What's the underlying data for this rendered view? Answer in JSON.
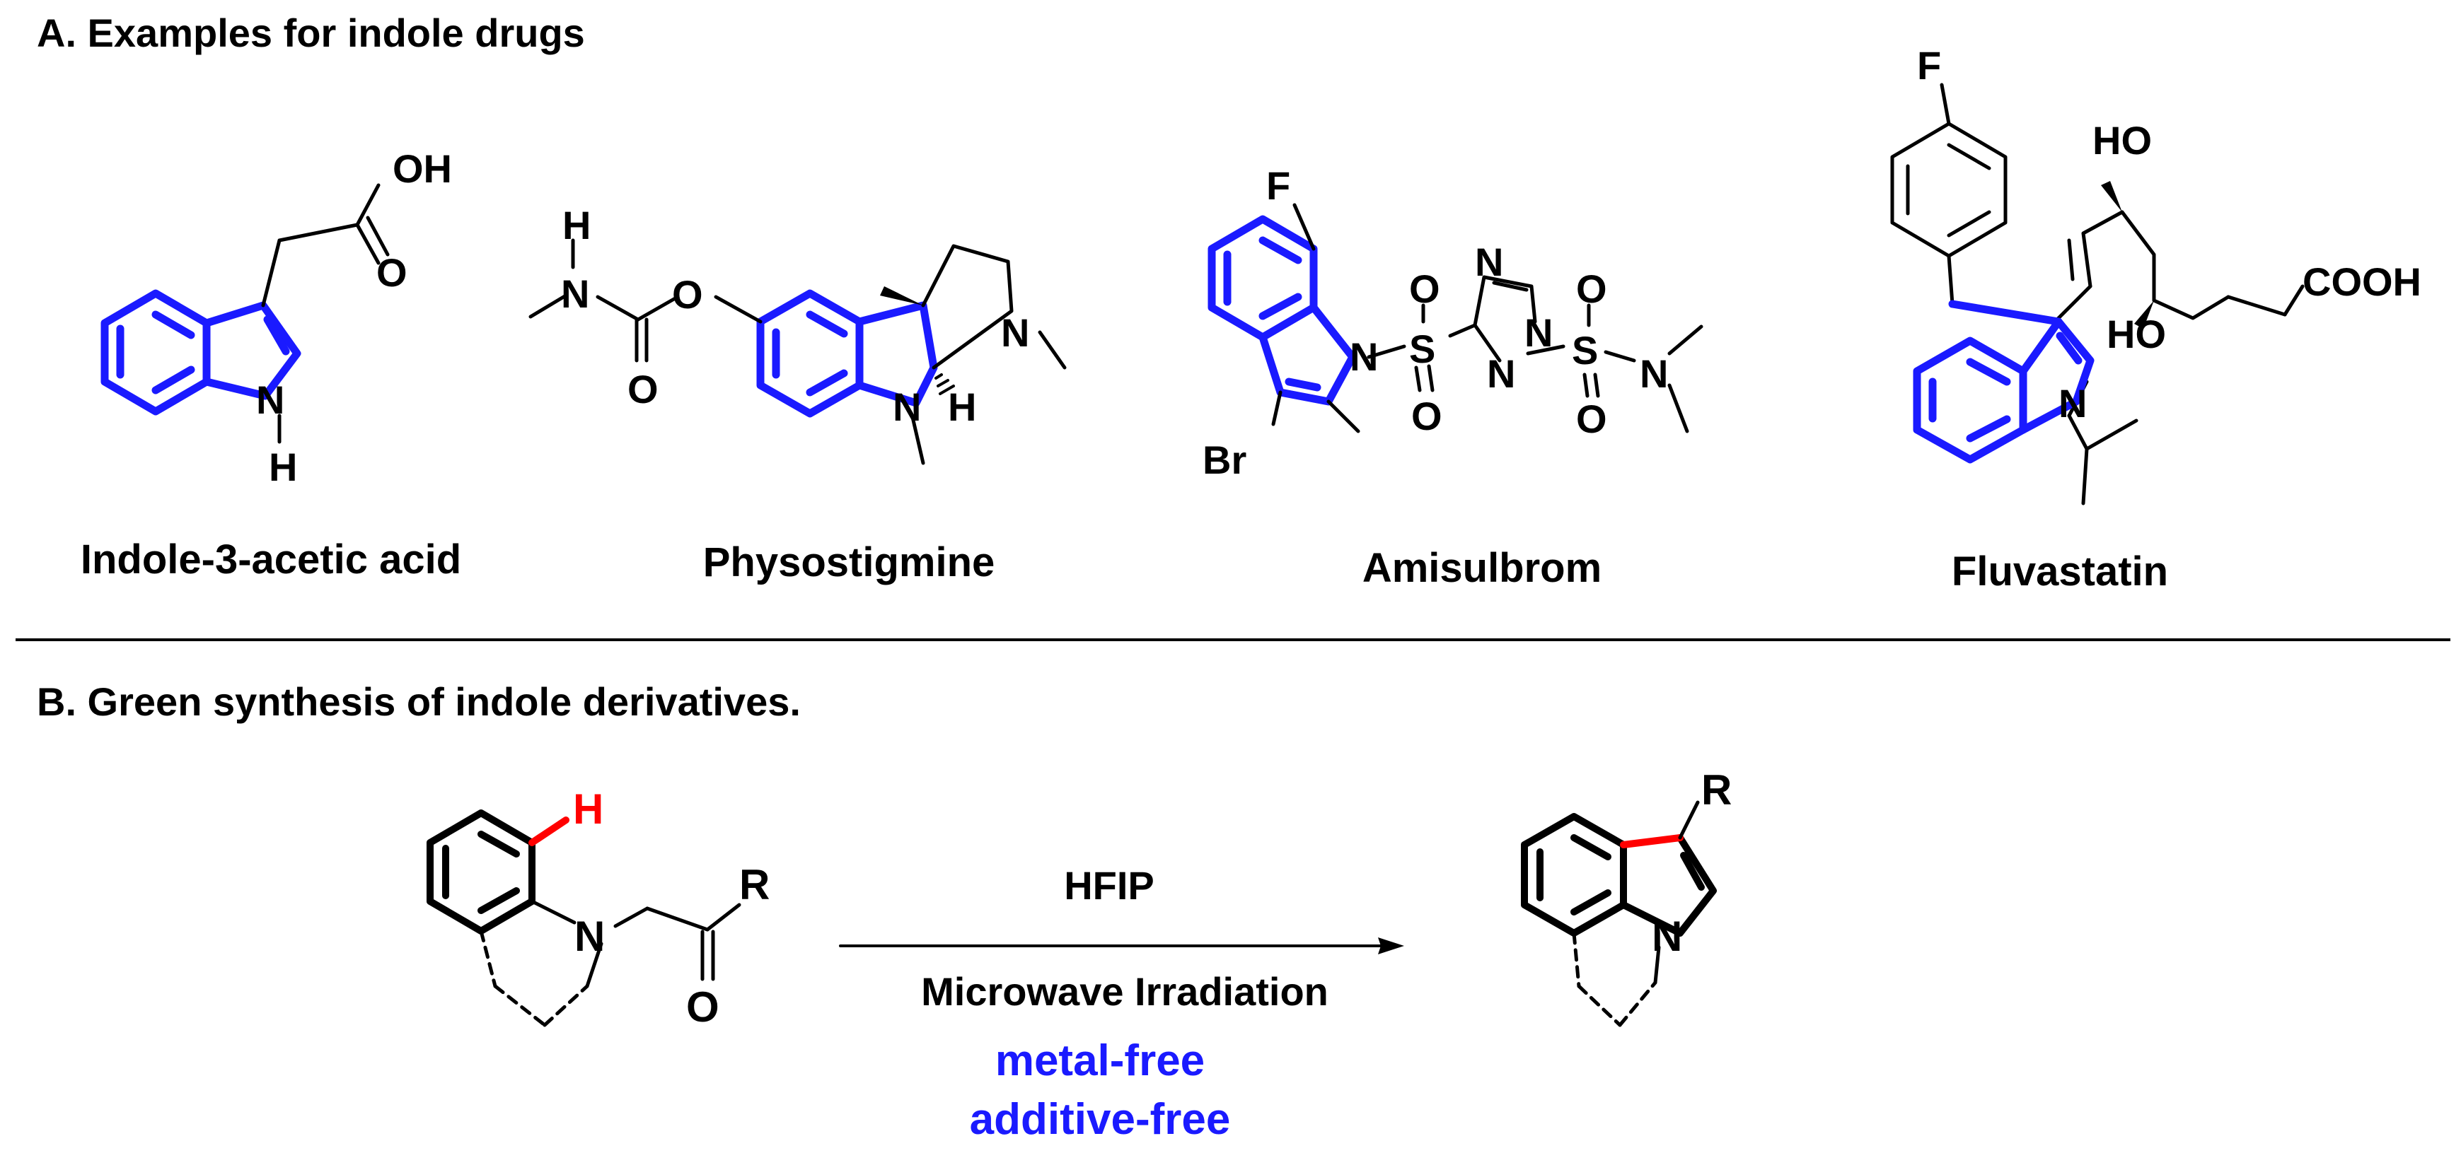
{
  "sections": {
    "a_title": "A. Examples for indole drugs",
    "b_title": "B.  Green synthesis of indole derivatives."
  },
  "compounds": [
    {
      "name": "Indole-3-acetic acid",
      "atoms": {
        "oh": "OH",
        "o": "O",
        "n": "N",
        "h": "H"
      }
    },
    {
      "name": "Physostigmine",
      "atoms": {
        "h": "H",
        "n1": "N",
        "o1": "O",
        "o2": "O",
        "n2": "N",
        "n3": "N",
        "h2": "H"
      }
    },
    {
      "name": "Amisulbrom",
      "atoms": {
        "f": "F",
        "br": "Br",
        "n": "N",
        "s1": "S",
        "o1": "O",
        "o2": "O",
        "n2": "N",
        "n3": "N",
        "n4": "N",
        "s2": "S",
        "o3": "O",
        "o4": "O",
        "n5": "N"
      }
    },
    {
      "name": "Fluvastatin",
      "atoms": {
        "f": "F",
        "ho1": "HO",
        "ho2": "HO",
        "cooh": "COOH",
        "n": "N"
      }
    }
  ],
  "reaction": {
    "reagent": "HFIP",
    "condition": "Microwave Irradiation",
    "note1": "metal-free",
    "note2": "additive-free",
    "reactant_atoms": {
      "h": "H",
      "n": "N",
      "r": "R",
      "o": "O"
    },
    "product_atoms": {
      "r": "R",
      "n": "N"
    }
  },
  "colors": {
    "indole": "#1a1aff",
    "new_bond": "#ff0000",
    "text": "#000000"
  }
}
